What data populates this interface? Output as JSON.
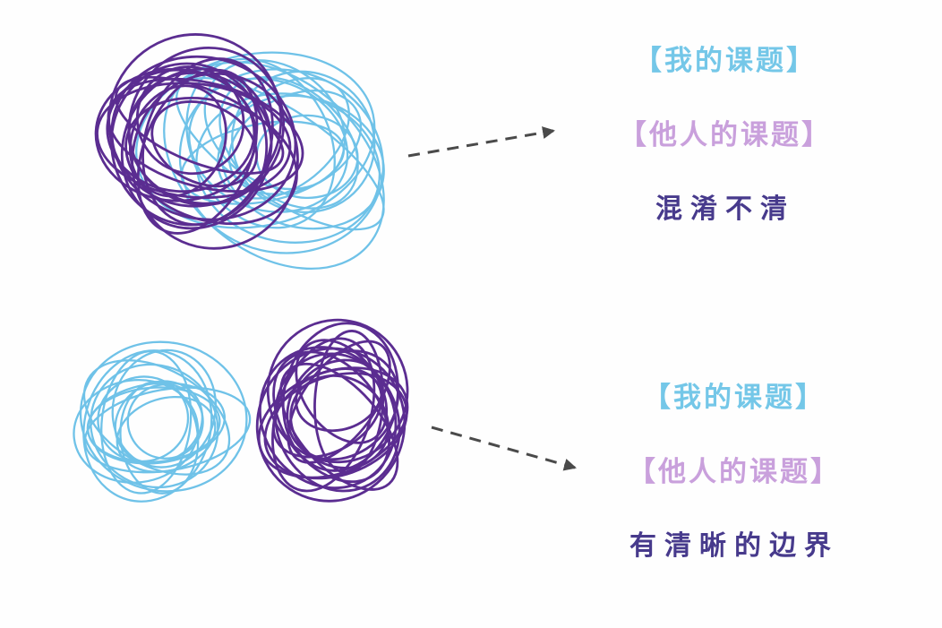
{
  "colors": {
    "background": "#fefefe",
    "my_task_blue": "#74c7e8",
    "others_task_purple": "#c9a0dc",
    "caption_indigo": "#473a8c",
    "scribble_blue": "#6fc2e8",
    "scribble_purple": "#5b2d91",
    "arrow": "#4a4a4a"
  },
  "top_row": {
    "mine": "【我的课题】",
    "others": "【他人的课题】",
    "caption": "混淆不清"
  },
  "bottom_row": {
    "mine": "【我的课题】",
    "others": "【他人的课题】",
    "caption": "有清晰的边界"
  }
}
